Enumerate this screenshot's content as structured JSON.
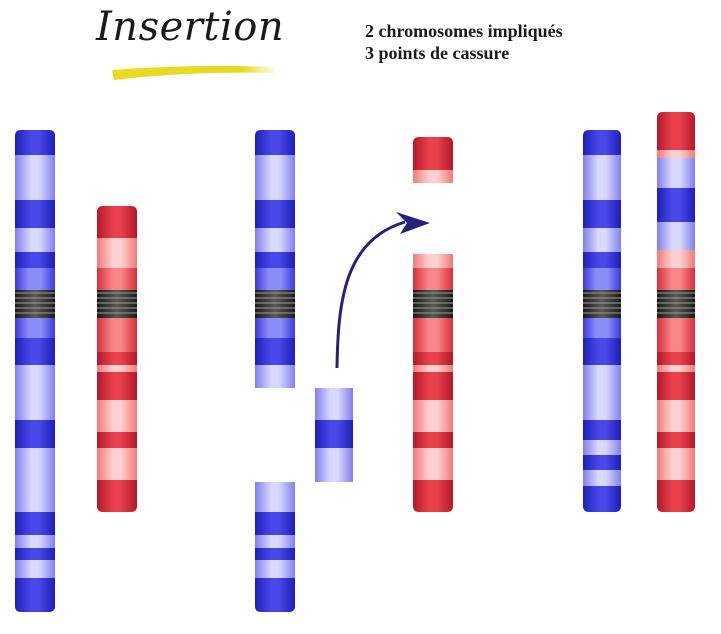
{
  "title": "Insertion",
  "info": {
    "line1": "2 chromosomes impliqués",
    "line2": "3 points de cassure"
  },
  "colors": {
    "blue_base": "#6f6ff0",
    "blue_dark": "#3030d8",
    "blue_light": "#c2c2f8",
    "red_base": "#f26c6c",
    "red_dark": "#d72a3a",
    "red_light": "#fbbcbc",
    "centromere": "#2b2b2b",
    "arrow": "#27207f",
    "underline": "#e6d81e"
  }
}
